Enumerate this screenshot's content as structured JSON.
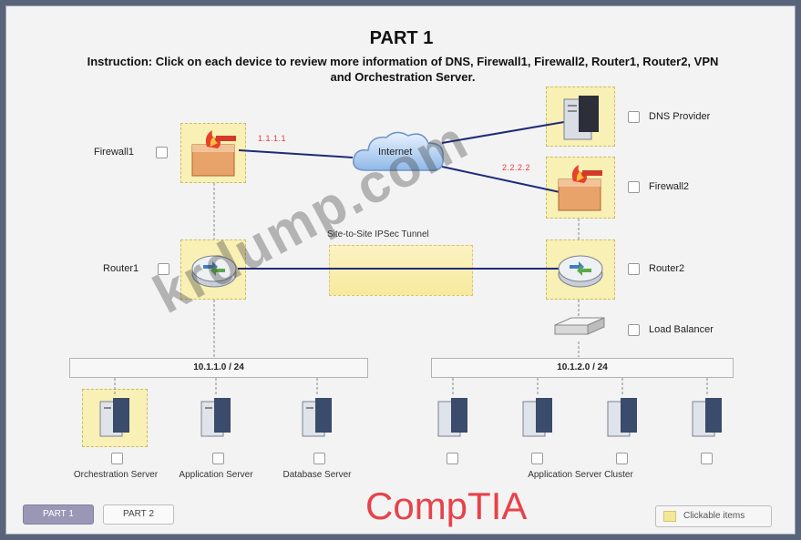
{
  "title": "PART 1",
  "instruction": "Instruction: Click on each device to review more information of DNS, Firewall1, Firewall2, Router1, Router2, VPN and Orchestration Server.",
  "internet": {
    "label": "Internet"
  },
  "firewall1": {
    "label": "Firewall1",
    "ip": "1.1.1.1"
  },
  "firewall2": {
    "label": "Firewall2",
    "ip": "2.2.2.2"
  },
  "dns": {
    "label": "DNS Provider"
  },
  "router1": {
    "label": "Router1"
  },
  "router2": {
    "label": "Router2"
  },
  "tunnel": {
    "label": "Site-to-Site IPSec Tunnel"
  },
  "load_balancer": {
    "label": "Load Balancer"
  },
  "subnet_left": {
    "label": "10.1.1.0 / 24"
  },
  "subnet_right": {
    "label": "10.1.2.0 / 24"
  },
  "servers": {
    "orchestration": "Orchestration Server",
    "application": "Application Server",
    "database": "Database Server",
    "cluster": "Application Server Cluster"
  },
  "tabs": [
    {
      "label": "PART 1",
      "active": true
    },
    {
      "label": "PART 2",
      "active": false
    }
  ],
  "legend": {
    "label": "Clickable items"
  },
  "brand": "CompTIA",
  "watermark": "krdump.com",
  "colors": {
    "link": "#1f2a7a",
    "ip_text": "#e53b3b",
    "clickable": "#f3e89a",
    "brand": "#e8424a"
  }
}
